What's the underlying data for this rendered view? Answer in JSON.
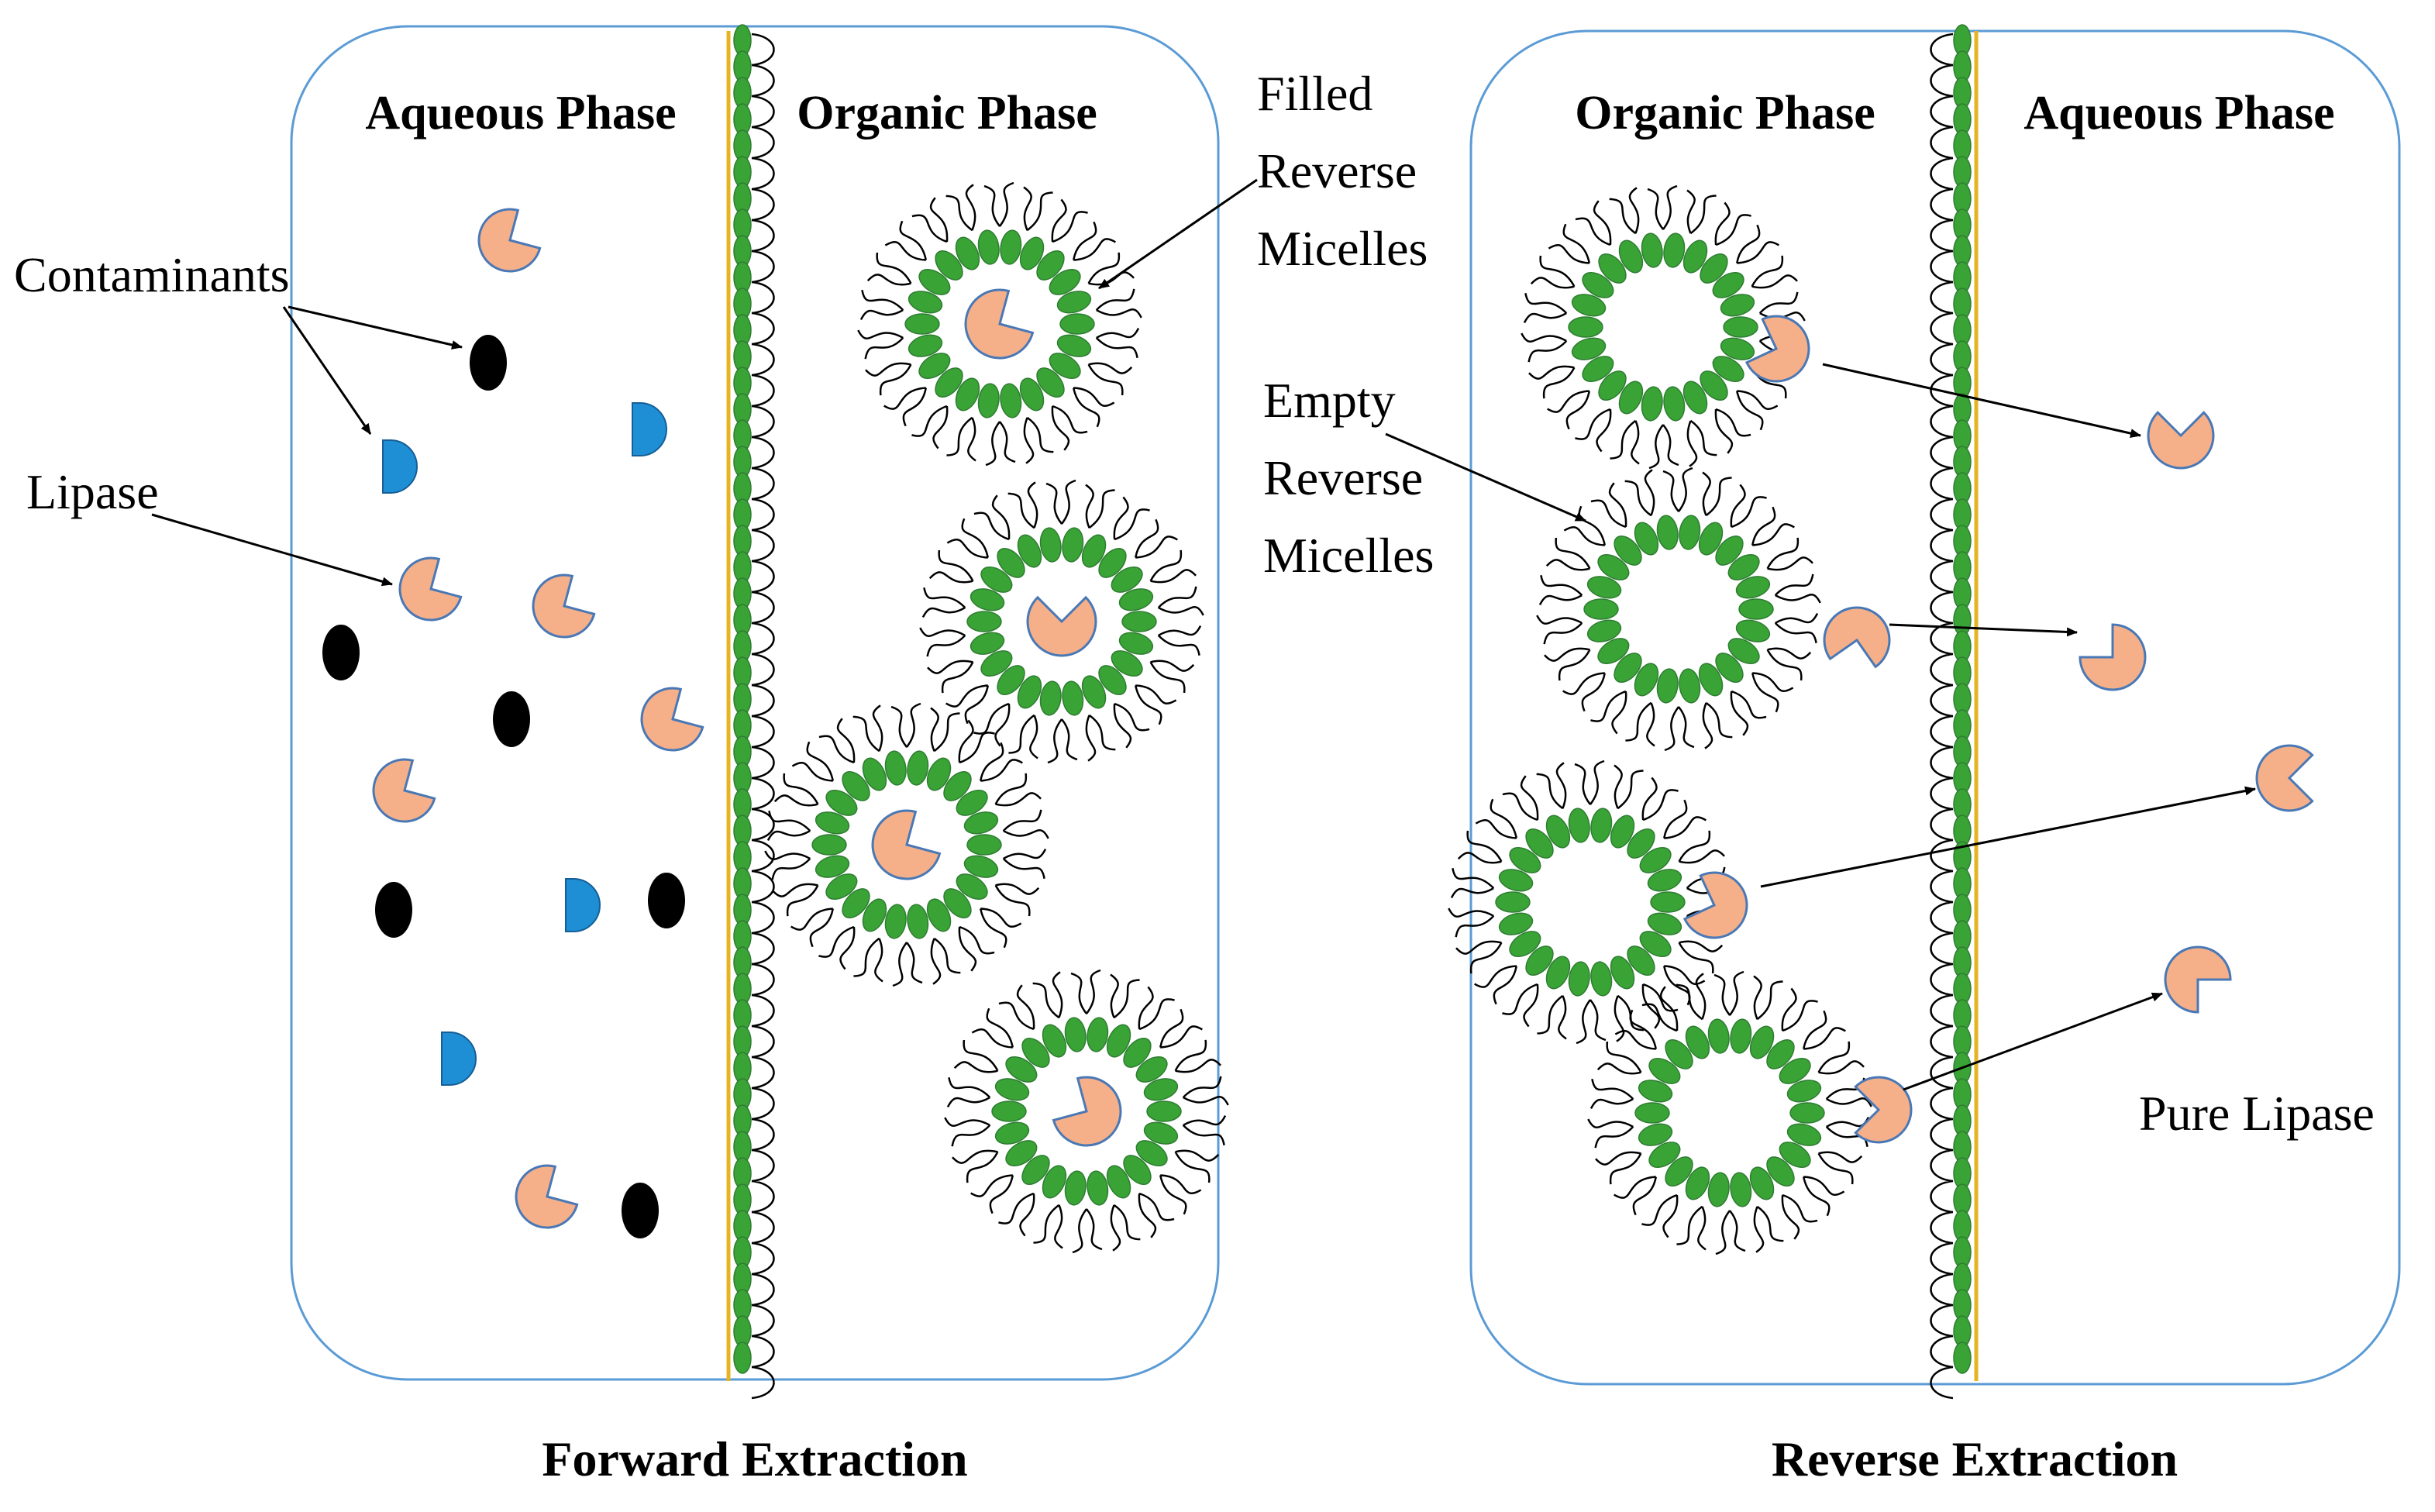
{
  "forward": {
    "aqueous_heading": "Aqueous Phase",
    "organic_heading": "Organic Phase",
    "caption": "Forward Extraction"
  },
  "reverse": {
    "organic_heading": "Organic Phase",
    "aqueous_heading": "Aqueous Phase",
    "caption": "Reverse Extraction"
  },
  "labels": {
    "contaminants": "Contaminants",
    "lipase": "Lipase",
    "filled_1": "Filled",
    "filled_2": "Reverse",
    "filled_3": "Micelles",
    "empty_1": "Empty",
    "empty_2": "Reverse",
    "empty_3": "Micelles",
    "pure_lipase": "Pure Lipase"
  },
  "colors": {
    "lipase": "#F5B08A",
    "contaminant_blue": "#1E8FD5",
    "contaminant_black": "#000000",
    "surfactant_head": "#3AA335",
    "interface_line": "#E6B422",
    "panel_border": "#5B9BD5"
  }
}
